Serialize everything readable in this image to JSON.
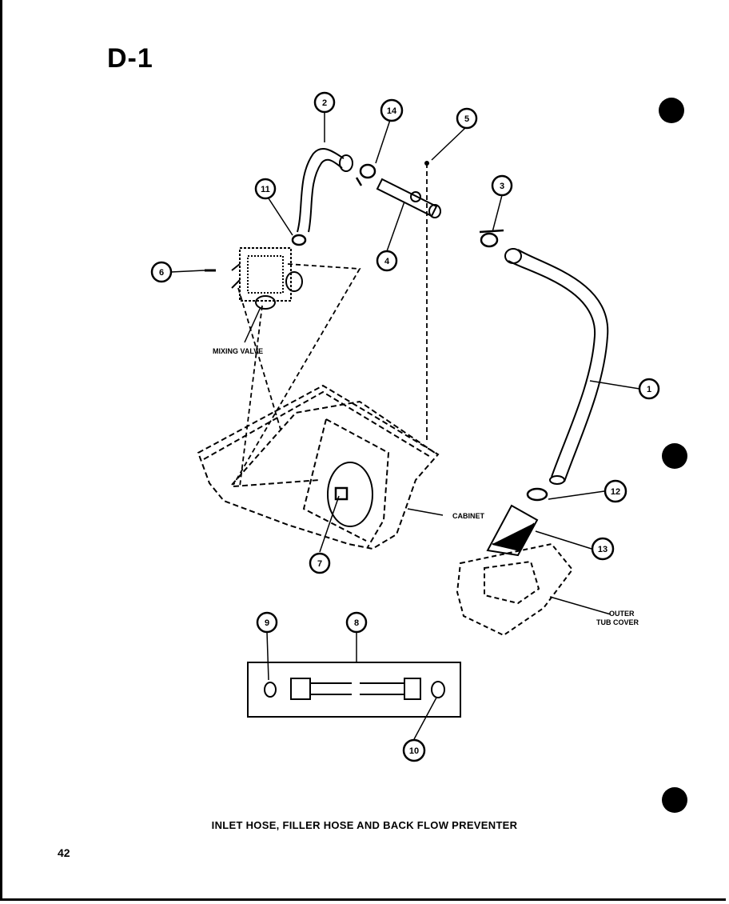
{
  "page_id": "D-1",
  "caption": "INLET HOSE, FILLER HOSE AND BACK FLOW PREVENTER",
  "page_number": "42",
  "labels": {
    "mixing_valve": "MIXING VALVE",
    "cabinet": "CABINET",
    "outer_tub_cover_line1": "OUTER",
    "outer_tub_cover_line2": "TUB COVER"
  },
  "callouts": [
    "1",
    "2",
    "3",
    "4",
    "5",
    "6",
    "7",
    "8",
    "9",
    "10",
    "11",
    "12",
    "13",
    "14"
  ]
}
